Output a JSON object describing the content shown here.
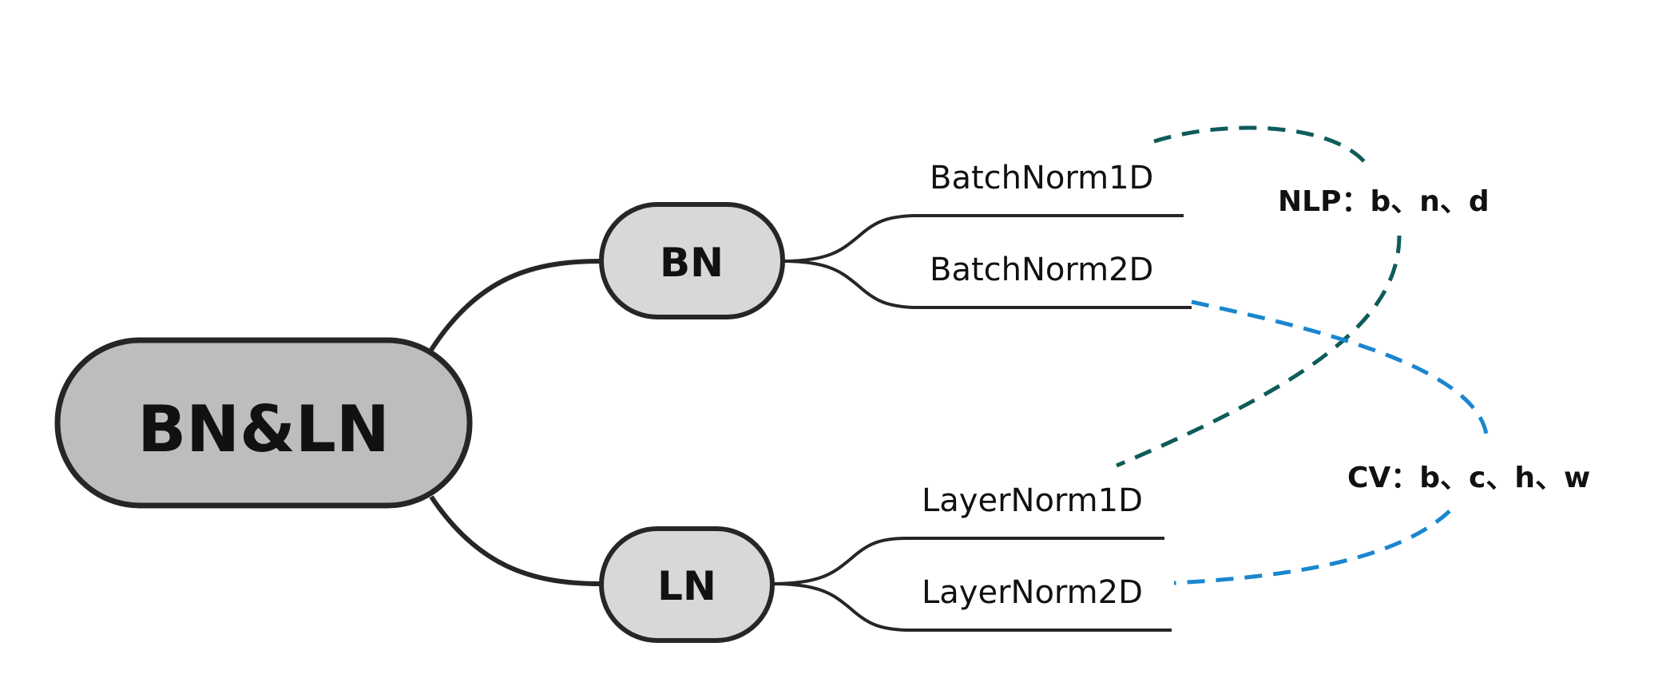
{
  "root": {
    "label": "BN&LN",
    "fill": "#bdbdbd",
    "stroke": "#262626"
  },
  "branches": [
    {
      "label": "BN",
      "fill": "#d8d8d8",
      "children": [
        "BatchNorm1D",
        "BatchNorm2D"
      ]
    },
    {
      "label": "LN",
      "fill": "#d8d8d8",
      "children": [
        "LayerNorm1D",
        "LayerNorm2D"
      ]
    }
  ],
  "annotations": {
    "nlp": {
      "label": "NLP：b、n、d",
      "color": "#0f5c5a"
    },
    "cv": {
      "label": "CV：b、c、h、w",
      "color": "#1a86cf"
    }
  }
}
